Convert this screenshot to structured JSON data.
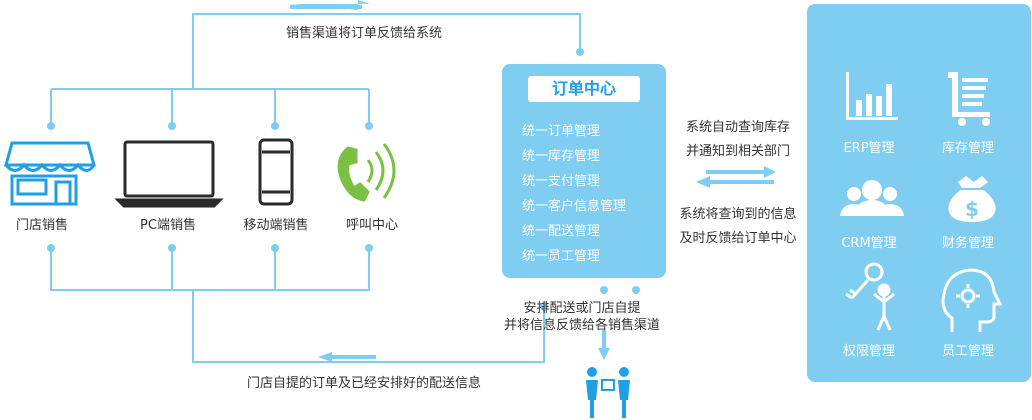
{
  "flows": {
    "top": "销售渠道将订单反馈给系统",
    "bottom": "门店自提的订单及已经安排好的配送信息",
    "dispatch_line1": "安排配送或门店自提",
    "dispatch_line2": "并将信息反馈给各销售渠道",
    "query_line1": "系统自动查询库存",
    "query_line2": "并通知到相关部门",
    "feedback_line1": "系统将查询到的信息",
    "feedback_line2": "及时反馈给订单中心"
  },
  "channels": [
    "门店销售",
    "PC端销售",
    "移动端销售",
    "呼叫中心"
  ],
  "order_center": {
    "title": "订单中心",
    "items": [
      "统一订单管理",
      "统一库存管理",
      "统一支付管理",
      "统一客户信息管理",
      "统一配送管理",
      "统一员工管理"
    ]
  },
  "systems": [
    "ERP管理",
    "库存管理",
    "CRM管理",
    "财务管理",
    "权限管理",
    "员工管理"
  ],
  "icons": {
    "channels": [
      "store-icon",
      "laptop-icon",
      "smartphone-icon",
      "phone-call-icon"
    ],
    "systems": [
      "bar-chart-icon",
      "cart-icon",
      "users-icon",
      "money-bag-icon",
      "key-person-icon",
      "head-gear-icon"
    ],
    "delivery": "delivery-people-icon"
  },
  "colors": {
    "accent": "#7fcdf0",
    "title_text": "#1e9fe6",
    "line": "#7fcdf0",
    "icon": "#2a2a2a",
    "call_icon": "#7bc043"
  }
}
